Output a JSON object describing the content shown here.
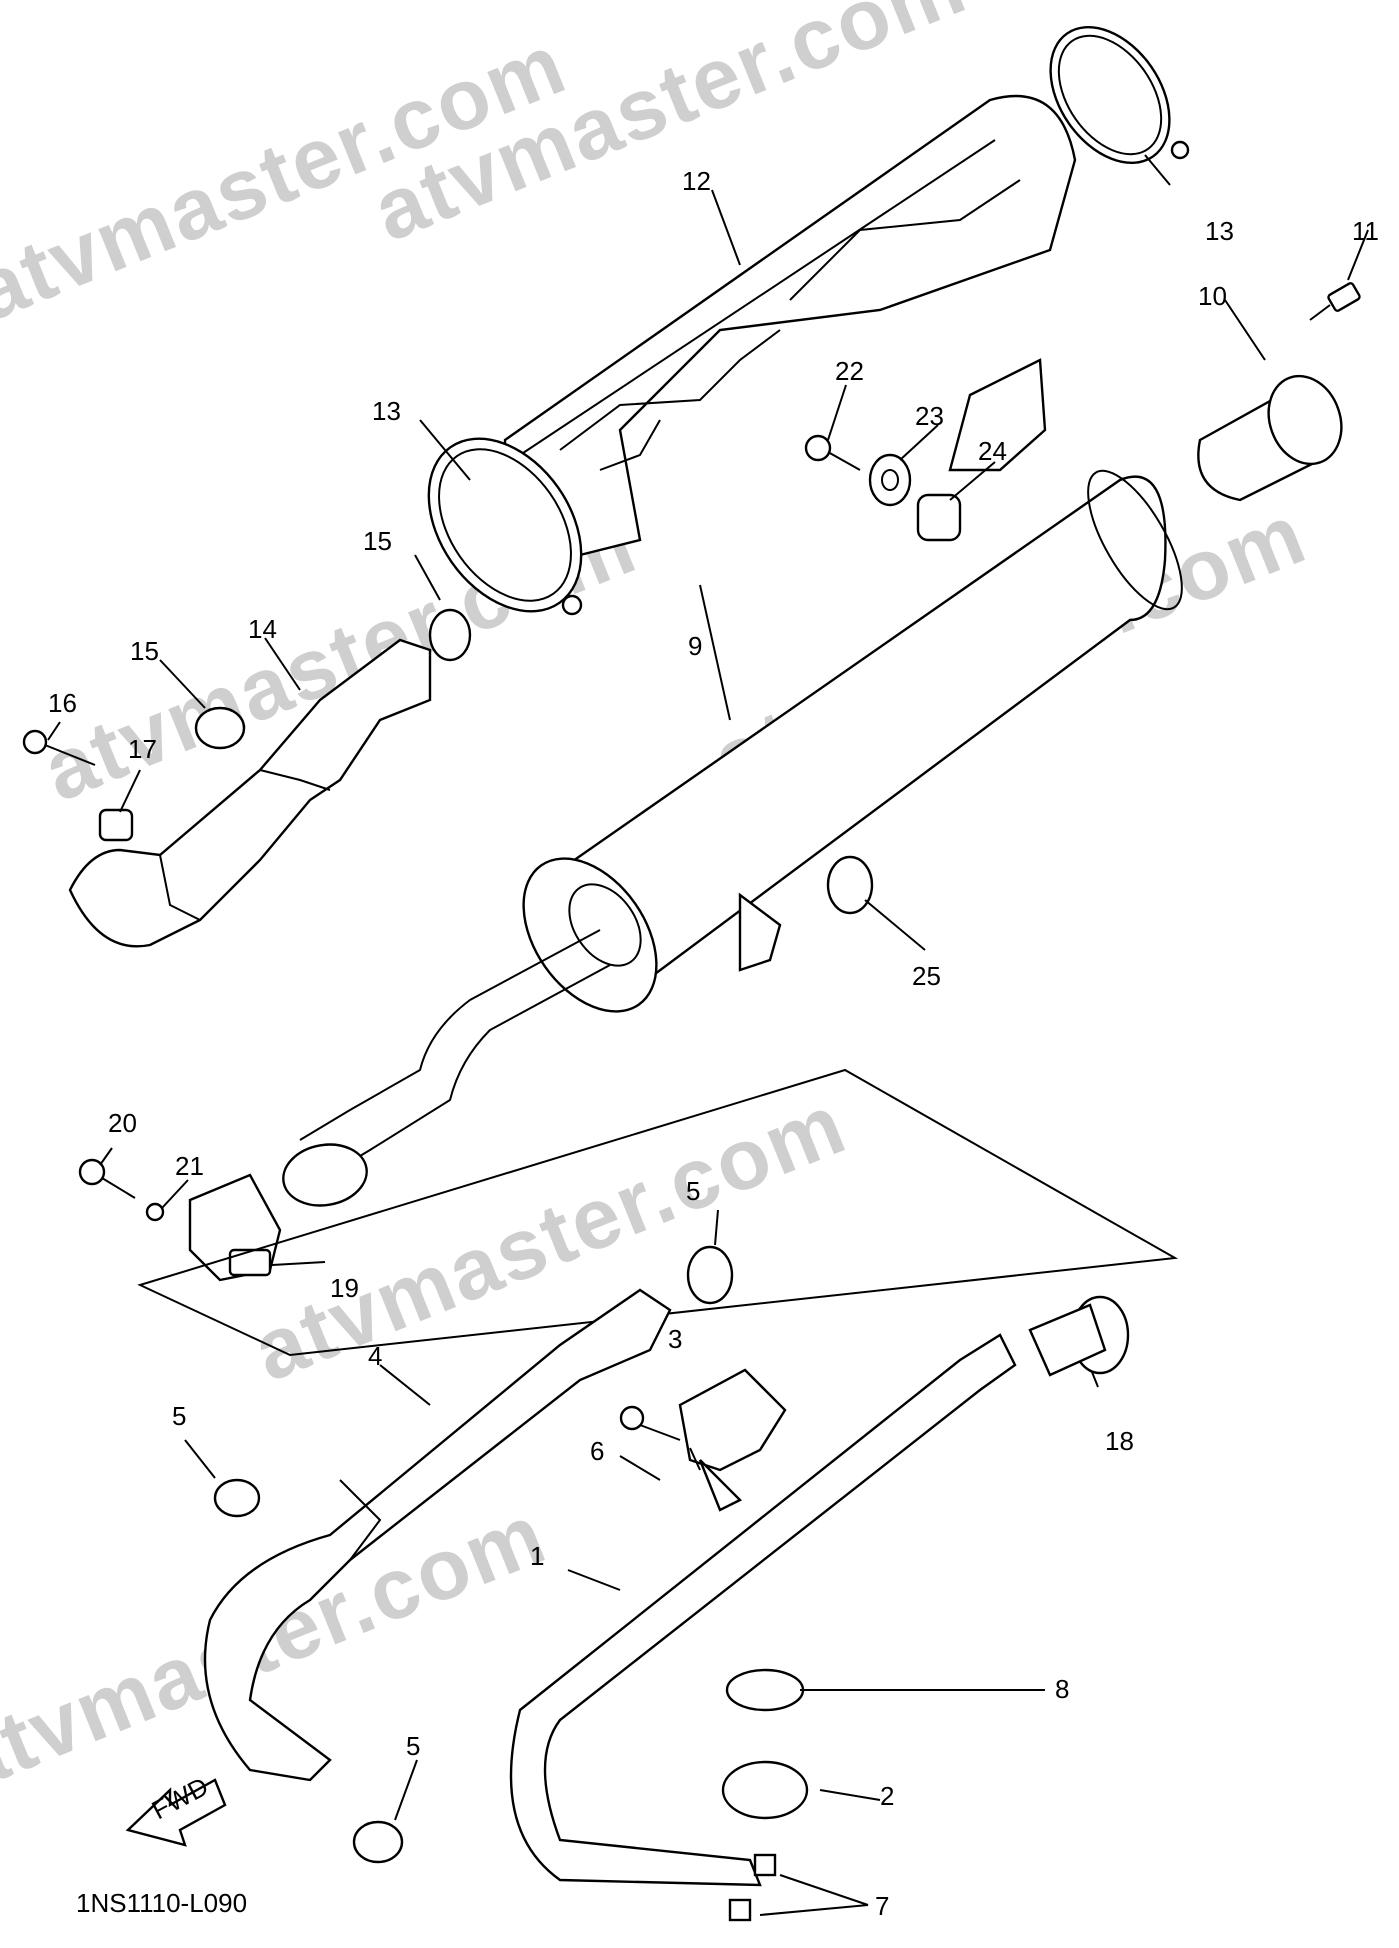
{
  "watermark": {
    "text_a": "atvmaster.com",
    "text_b": "atvmaster.com",
    "text_c": "atvmaster.com",
    "text_d": "atvmaster.com",
    "text_e": "atvmaster.com",
    "text_f": "atvmaster.com",
    "color": "#cfcfcf"
  },
  "diagram_code": "1NS1110-L090",
  "fwd_label": "FWD",
  "callouts": [
    "1",
    "2",
    "3",
    "4",
    "5",
    "6",
    "7",
    "8",
    "9",
    "10",
    "11",
    "12",
    "13",
    "14",
    "15",
    "16",
    "17",
    "18",
    "19",
    "20",
    "21",
    "22",
    "23",
    "24",
    "25"
  ],
  "callout_instances": {
    "c1": "1",
    "c2": "2",
    "c3": "3",
    "c4": "4",
    "c5a": "5",
    "c5b": "5",
    "c5c": "5",
    "c6": "6",
    "c7": "7",
    "c8": "8",
    "c9": "9",
    "c10": "10",
    "c11": "11",
    "c12": "12",
    "c13a": "13",
    "c13b": "13",
    "c14": "14",
    "c15a": "15",
    "c15b": "15",
    "c16": "16",
    "c17": "17",
    "c18": "18",
    "c19": "19",
    "c20": "20",
    "c21": "21",
    "c22": "22",
    "c23": "23",
    "c24": "24",
    "c25": "25"
  }
}
